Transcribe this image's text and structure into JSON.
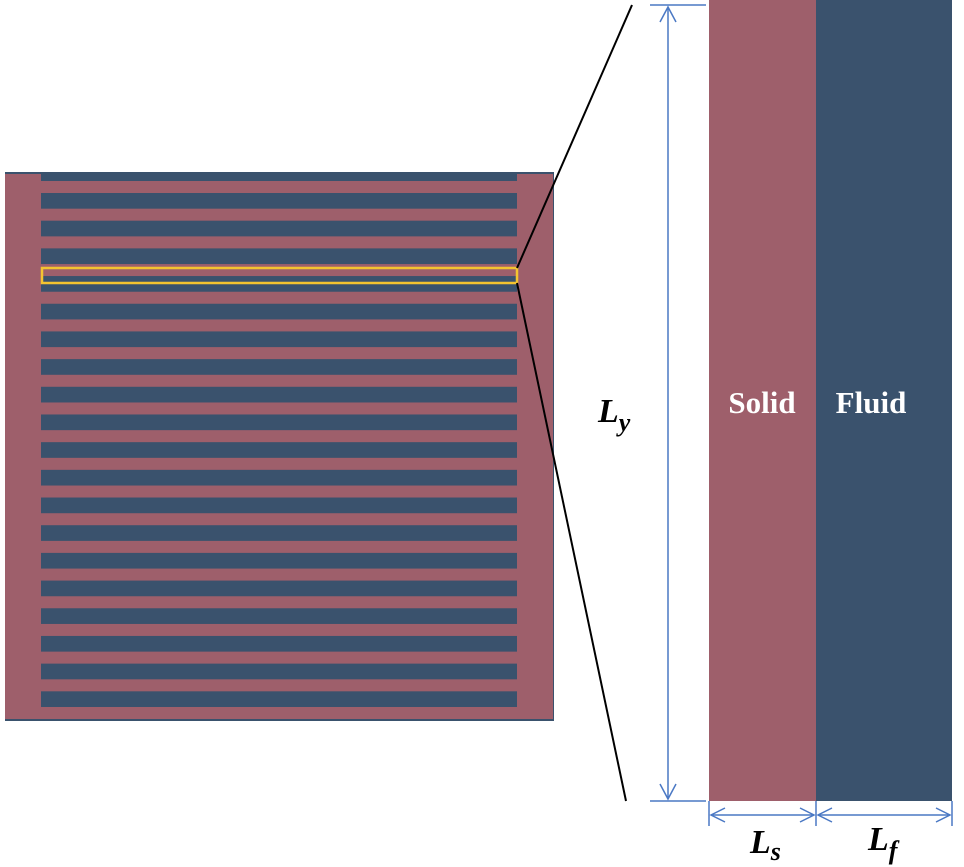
{
  "colors": {
    "solid": "#9e5f6b",
    "fluid": "#3a526d",
    "highlight": "#f4c430",
    "dimension": "#4a78c4",
    "zoom_line": "#000000",
    "label_light": "#ffffff",
    "label_dark": "#000000"
  },
  "labels": {
    "solid": "Solid",
    "fluid": "Fluid",
    "ly_main": "L",
    "ly_sub": "y",
    "ls_main": "L",
    "ls_sub": "s",
    "lf_main": "L",
    "lf_sub": "f"
  },
  "overview": {
    "channel_count": 20
  }
}
